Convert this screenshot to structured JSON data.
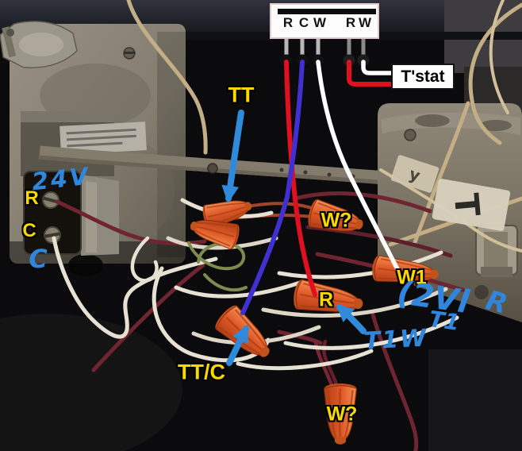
{
  "terminal_box": {
    "terminals": [
      {
        "label": "R"
      },
      {
        "label": "C"
      },
      {
        "label": "W"
      },
      {
        "label": "R"
      },
      {
        "label": "W"
      }
    ]
  },
  "tstat": {
    "label": "T'stat"
  },
  "nut_labels": {
    "tt": "TT",
    "w_upper": "W?",
    "w1": "W1",
    "r": "R",
    "tt_c": "TT/C",
    "w_lower": "W?"
  },
  "transformer": {
    "r": "R",
    "c": "C"
  },
  "handwriting": {
    "volts_24": "24V",
    "c": "C",
    "paren_note": "(2Vl",
    "r": "R",
    "t1": "T1",
    "t1w": "T1W"
  },
  "tape": {
    "t": "T",
    "y": "y"
  },
  "colors": {
    "annotation_red": "#e01020",
    "thermostat_wire_blue": "#4030d0",
    "annotation_white": "#ffffff",
    "arrow_blue": "#2f8bd9",
    "label_yellow": "#f8da00",
    "handwriting_blue": "#2f86dc",
    "wire_nut_orange": "#e05a28",
    "maroon_wire": "#6f2531",
    "tan_wire": "#c3ae86",
    "white_wire": "#e7e1d3",
    "green_wire": "#7d8b4e"
  }
}
